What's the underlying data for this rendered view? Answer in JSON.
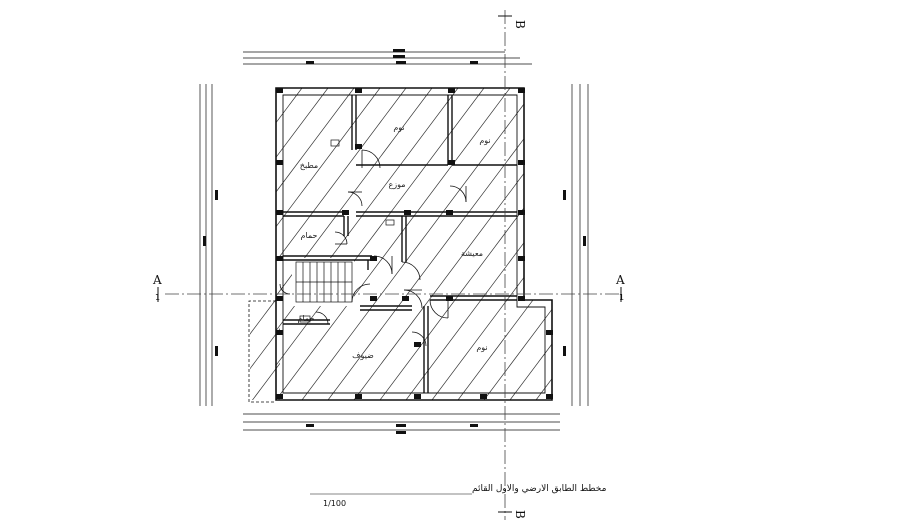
{
  "drawing": {
    "title": "مخطط الطابق الارضي والاول القائم",
    "scale": "1/100",
    "section_a": "A",
    "section_b": "B",
    "section_a_index": "1"
  },
  "rooms": {
    "bedroom_top": "نوم",
    "bedroom_right": "نوم",
    "kitchen": "مطبخ",
    "distributor": "موزع",
    "bathroom_1": "حمام",
    "hall": "معيشة",
    "bathroom_2": "حمام",
    "guest": "ضيوف",
    "bedroom_bottom": "نوم"
  },
  "colors": {
    "line": "#111111",
    "hatch": "#333333",
    "axis": "#444444",
    "background": "#ffffff"
  }
}
